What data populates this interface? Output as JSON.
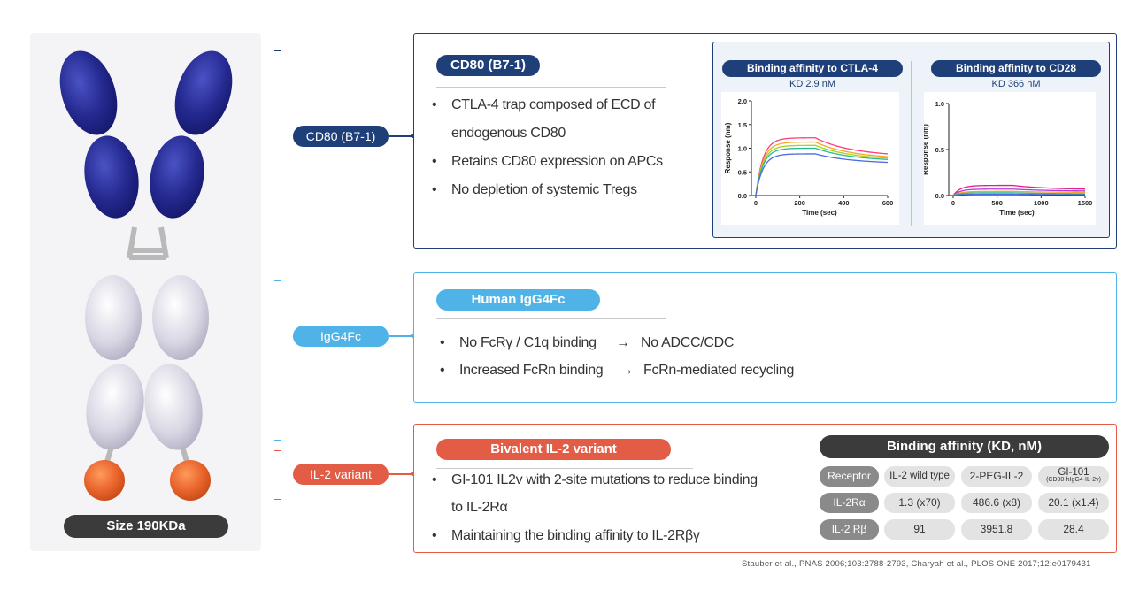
{
  "molecule": {
    "size_label": "Size 190KDa",
    "colors": {
      "cd80": "#22288c",
      "fc": "#d6d4e2",
      "il2": "#e96a2e",
      "hinge": "#b9b9b9"
    }
  },
  "sections": {
    "cd80": {
      "label": "CD80 (B7-1)",
      "color": "#1e3f78"
    },
    "igg4fc": {
      "label": "IgG4Fc",
      "color": "#4fb3e8"
    },
    "il2": {
      "label": "IL-2 variant",
      "color": "#e35c45"
    }
  },
  "cd80_box": {
    "title": "CD80 (B7-1)",
    "bullets": [
      "CTLA-4 trap composed of ECD of",
      "endogenous CD80",
      "Retains CD80 expression on APCs",
      "No depletion of systemic Tregs"
    ]
  },
  "fc_box": {
    "title": "Human IgG4Fc",
    "rows": [
      {
        "left": "No FcRγ  / C1q  binding",
        "arrow": "→",
        "right": "No ADCC/CDC"
      },
      {
        "left": "Increased FcRn binding",
        "arrow": "→",
        "right": "FcRn-mediated recycling"
      }
    ]
  },
  "il2_box": {
    "title": "Bivalent IL-2 variant",
    "bullets": [
      "GI-101 IL2v with 2-site mutations to reduce binding",
      "to IL-2Rα",
      "Maintaining the binding affinity to IL-2Rβγ"
    ]
  },
  "affinity_table": {
    "title": "Binding affinity (KD, nM)",
    "headers": [
      "Receptor",
      "IL-2 wild type",
      "2-PEG-IL-2",
      "GI-101"
    ],
    "gi101_sub": "(CD80-hIgG4-IL-2v)",
    "rows": [
      {
        "receptor": "IL-2Rα",
        "values": [
          "1.3  (x70)",
          "486.6  (x8)",
          "20.1 (x1.4)"
        ]
      },
      {
        "receptor": "IL-2 Rβ",
        "values": [
          "91",
          "3951.8",
          "28.4"
        ]
      }
    ]
  },
  "citation": "Stauber  et al., PNAS 2006;103:2788-2793,  Charyah et al., PLOS ONE 2017;12:e0179431",
  "chart_data": [
    {
      "type": "line",
      "title": "Binding affinity to CTLA-4",
      "subtitle": "KD 2.9 nM",
      "xlabel": "Time (sec)",
      "ylabel": "Response (nm)",
      "xlim": [
        -20,
        600
      ],
      "ylim": [
        0,
        2.0
      ],
      "xticks": [
        0,
        200,
        400,
        600
      ],
      "yticks": [
        "0.0",
        "0.5",
        "1.0",
        "1.5",
        "2.0"
      ],
      "colors": [
        "#ff3b7f",
        "#f5a623",
        "#a4d322",
        "#27b98f",
        "#4b6be0"
      ],
      "series": [
        {
          "plateau": 1.22,
          "end": 0.88
        },
        {
          "plateau": 1.13,
          "end": 0.82
        },
        {
          "plateau": 1.06,
          "end": 0.79
        },
        {
          "plateau": 1.0,
          "end": 0.76
        },
        {
          "plateau": 0.88,
          "end": 0.7
        }
      ]
    },
    {
      "type": "line",
      "title": "Binding affinity to CD28",
      "subtitle": "KD 366 nM",
      "xlabel": "Time (sec)",
      "ylabel": "Response (nm)",
      "xlim": [
        -50,
        1500
      ],
      "ylim": [
        0,
        1.0
      ],
      "xticks": [
        0,
        500,
        1000,
        1500
      ],
      "yticks": [
        "0.0",
        "0.5",
        "1.0"
      ],
      "colors": [
        "#e0208a",
        "#b13bd8",
        "#f5a623",
        "#27b98f",
        "#4b6be0"
      ],
      "series": [
        {
          "plateau": 0.11,
          "end": 0.07
        },
        {
          "plateau": 0.07,
          "end": 0.05
        },
        {
          "plateau": 0.045,
          "end": 0.035
        },
        {
          "plateau": 0.03,
          "end": 0.02
        },
        {
          "plateau": 0.015,
          "end": 0.01
        }
      ]
    }
  ]
}
